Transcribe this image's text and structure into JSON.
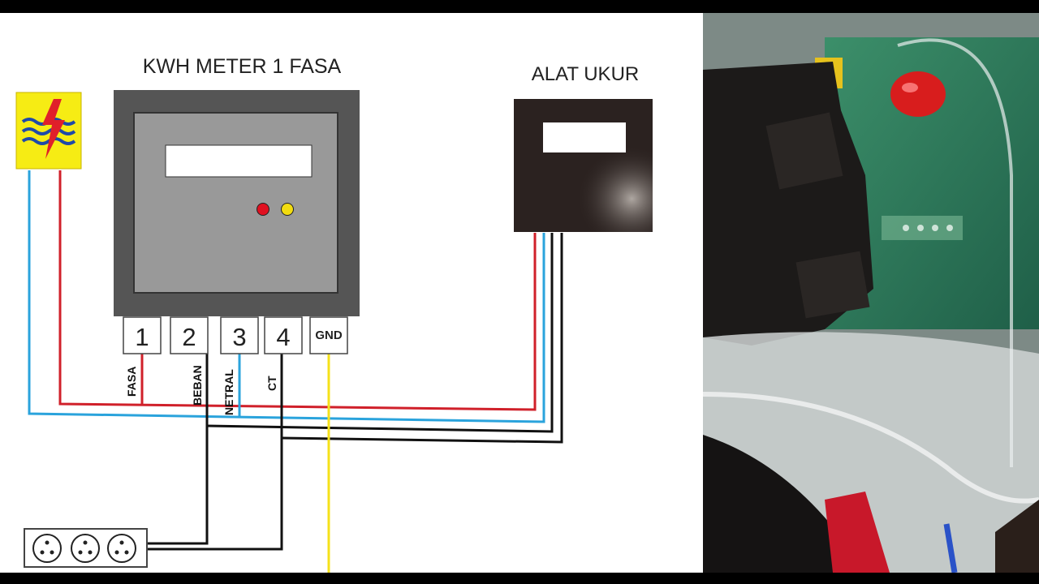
{
  "diagram": {
    "meter_title": "KWH METER 1 FASA",
    "tool_title": "ALAT UKUR",
    "terminals": [
      "1",
      "2",
      "3",
      "4",
      "GND"
    ],
    "wire_labels": [
      "FASA",
      "BEBAN",
      "NETRAL",
      "CT"
    ]
  },
  "colors": {
    "phase_wire": "#d0202a",
    "neutral_wire": "#2aa3dc",
    "load_wire": "#111111",
    "gnd_wire": "#f5e11a",
    "meter_body": "#555555",
    "meter_face": "#999999",
    "led_red": "#e01020",
    "led_yellow": "#f2dc10",
    "logo_bg": "#f6ec14"
  },
  "icons": {
    "logo": "pln-lightning-logo",
    "socket": "power-outlet-icon"
  }
}
